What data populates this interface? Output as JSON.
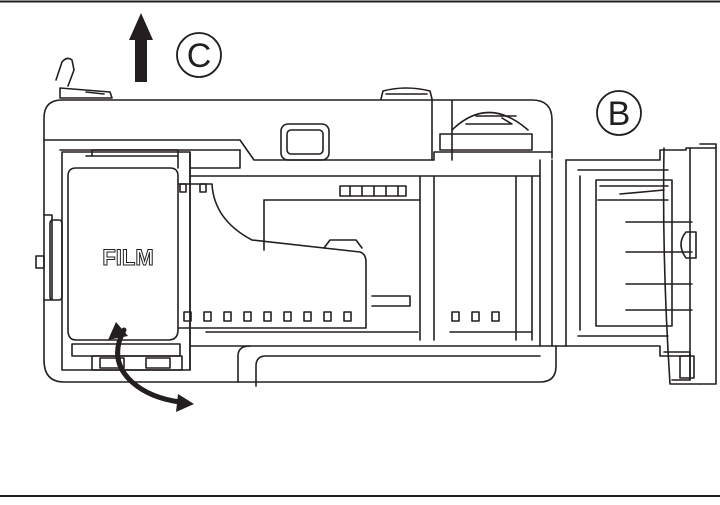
{
  "labels": {
    "c": "C",
    "b": "B"
  },
  "film_cartridge": {
    "text": "FILM"
  },
  "colors": {
    "line": "#231f20",
    "background": "#ffffff"
  },
  "icons": {
    "arrow_up": "arrow-up-icon",
    "rotate_arrow": "curved-rotate-arrow-icon"
  }
}
